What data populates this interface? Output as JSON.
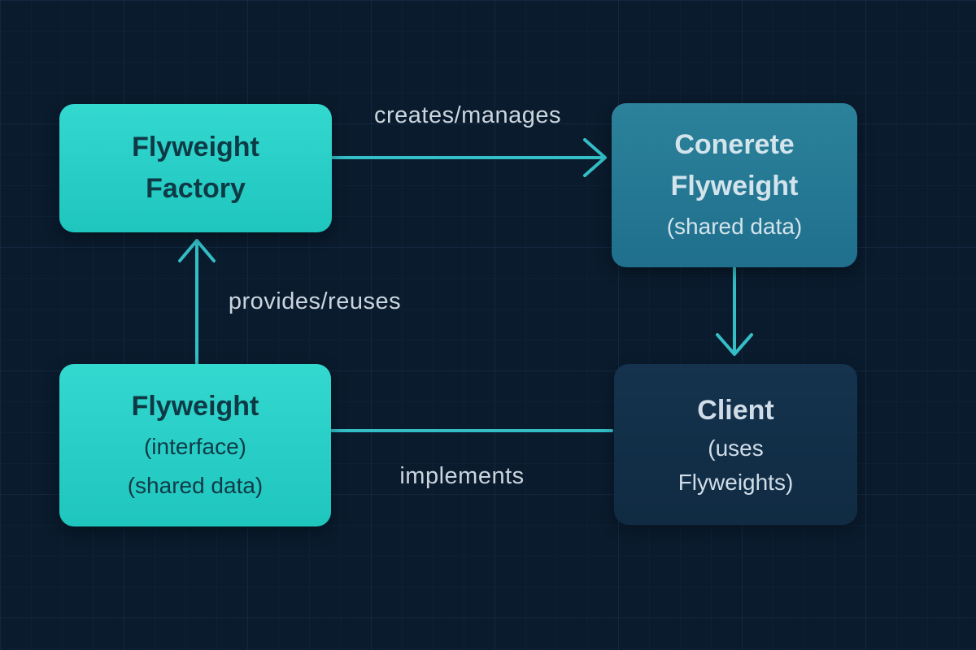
{
  "diagram": {
    "nodes": {
      "flyweight_factory": {
        "title1": "Flyweight",
        "title2": "Factory"
      },
      "concrete_flyweight": {
        "title1": "Conerete",
        "title2": "Flyweight",
        "sub1": "(shared data)"
      },
      "flyweight_interface": {
        "title1": "Flyweight",
        "sub1": "(interface)",
        "sub2": "(shared data)"
      },
      "client": {
        "title1": "Client",
        "sub1": "(uses",
        "sub2": "Flyweights)"
      }
    },
    "edges": {
      "creates_manages": {
        "label": "creates/manages"
      },
      "provides_reuses": {
        "label": "provides/reuses"
      },
      "implements": {
        "label": "implements"
      }
    },
    "colors": {
      "background": "#0a1b2d",
      "cyan_node": "#29d2c9",
      "teal_node": "#26798f",
      "navy_node": "#132f49",
      "arrow": "#34bec6",
      "edge_label_text": "#cbd5de",
      "dark_node_text": "#0e3a46",
      "light_node_text": "#d3e4ec"
    }
  }
}
